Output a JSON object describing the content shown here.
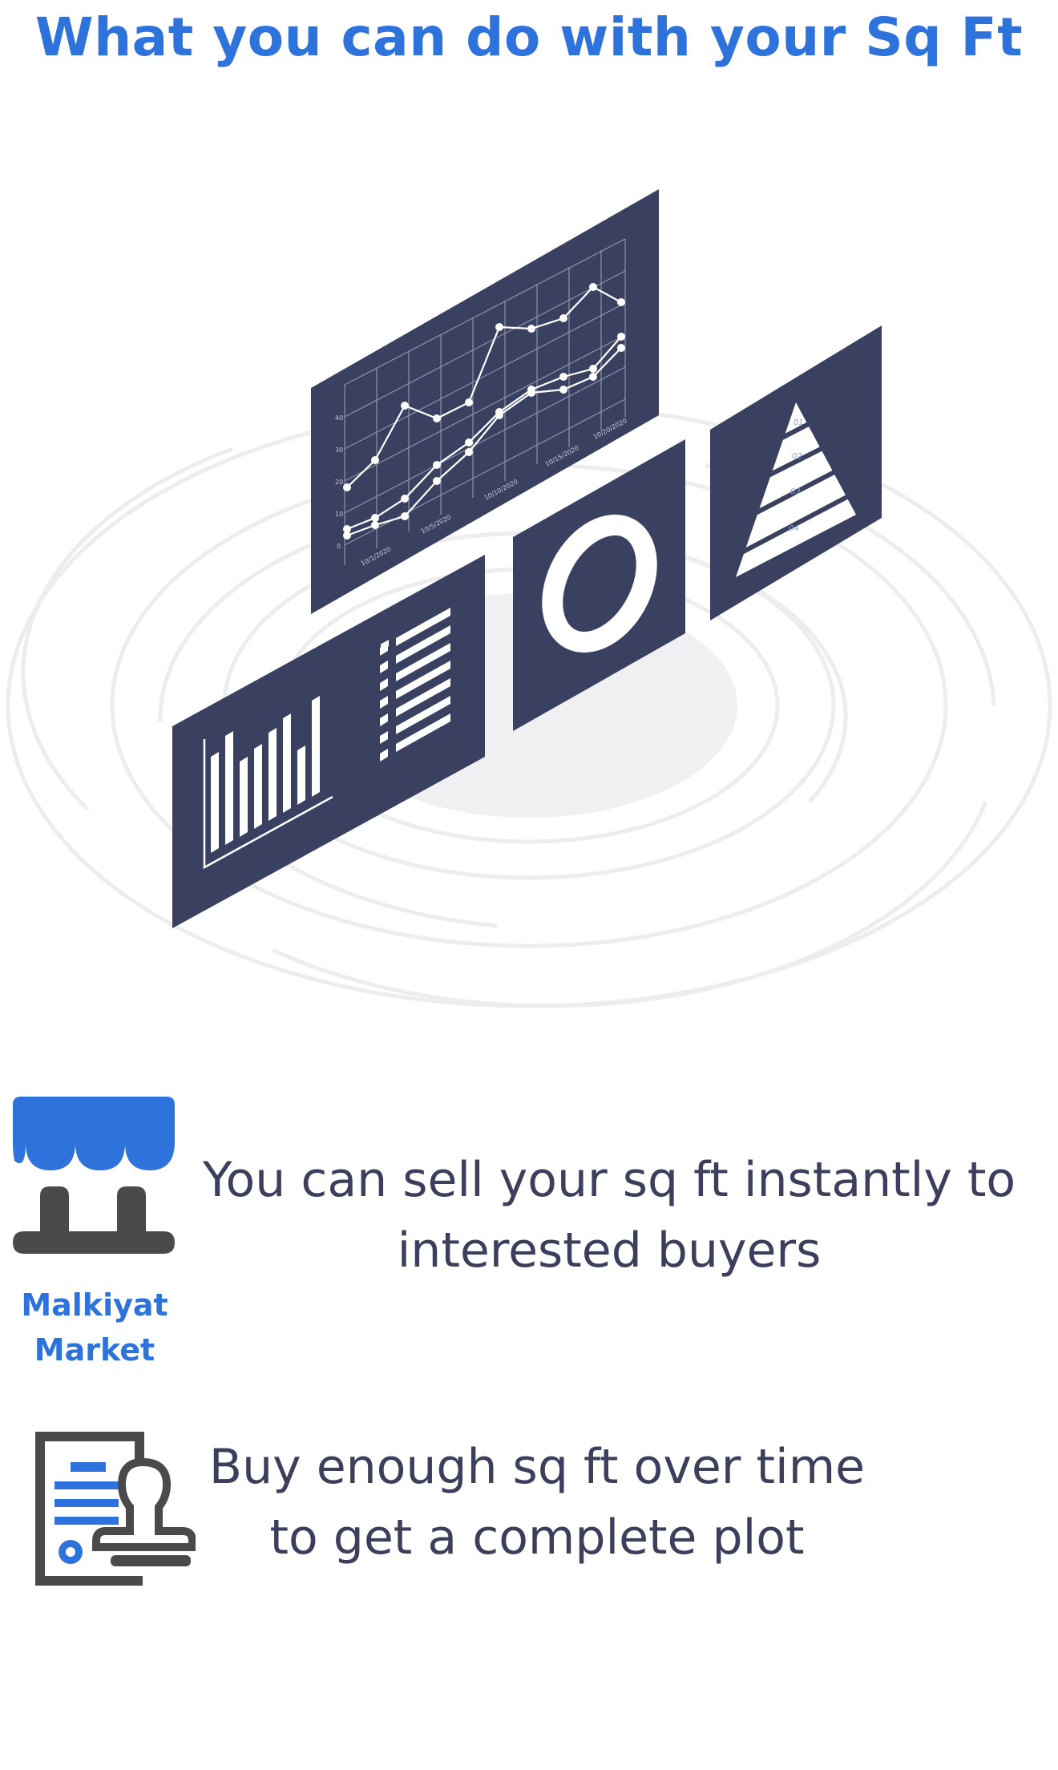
{
  "title": "What you can do with your Sq Ft",
  "illustration": {
    "name": "analytics-dashboard-illustration",
    "mini_chart": {
      "ytick_labels": [
        "0",
        "10",
        "20",
        "30",
        "40"
      ],
      "xtick_labels": [
        "10/1/2020",
        "10/5/2020",
        "10/10/2020",
        "10/15/2020",
        "10/20/2020"
      ],
      "pyramid_labels": [
        "01",
        "02",
        "03",
        "04"
      ]
    }
  },
  "features": [
    {
      "icon": "market-stall-icon",
      "icon_label": "Malkiyat Market",
      "icon_label_lines": [
        "Malkiyat",
        "Market"
      ],
      "text_lines": [
        "You can sell your sq ft instantly to",
        "interested buyers"
      ]
    },
    {
      "icon": "certificate-stamp-icon",
      "text_lines": [
        "Buy enough sq ft over time",
        "to get a complete plot"
      ]
    }
  ],
  "colors": {
    "accent": "#2e72db",
    "panel": "#3a4060",
    "text": "#3b3f5c",
    "icon_dark": "#4a4a4a",
    "ring": "#ececee"
  }
}
